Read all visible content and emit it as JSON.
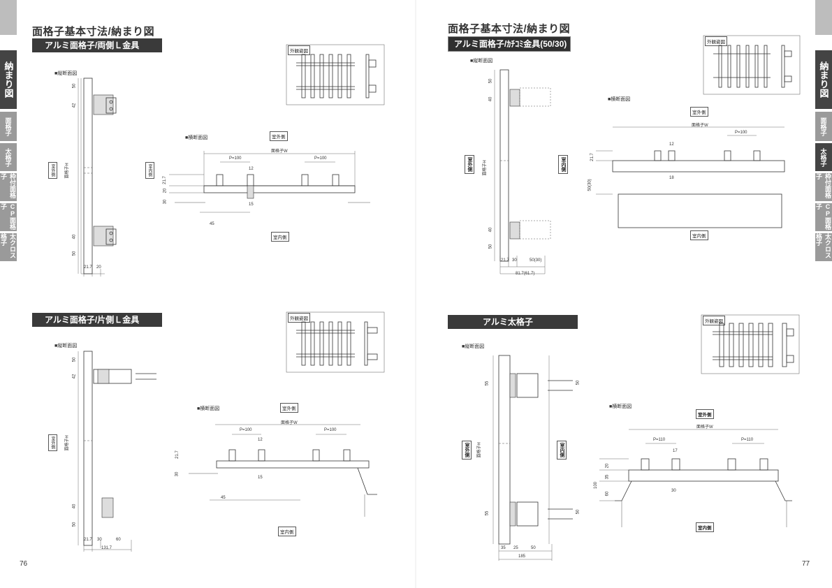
{
  "page_left": {
    "title": "面格子基本寸法/納まり図",
    "page_number": "76"
  },
  "page_right": {
    "title": "面格子基本寸法/納まり図",
    "page_number": "77"
  },
  "side_tabs_left": [
    {
      "label": "納まり図"
    },
    {
      "label": "面格子"
    },
    {
      "label": "太格子"
    },
    {
      "label": "枠付面格子"
    },
    {
      "label": "CP面格子"
    },
    {
      "label": "太クロス格子"
    }
  ],
  "side_tabs_right": [
    {
      "label": "納まり図"
    },
    {
      "label": "面格子"
    },
    {
      "label": "太格子"
    },
    {
      "label": "枠付面格子"
    },
    {
      "label": "CP面格子"
    },
    {
      "label": "太クロス格子"
    }
  ],
  "sections": {
    "a": {
      "title": "アルミ面格子/両側Ｌ金具",
      "vertical_label": "■縦断面図",
      "horizontal_label": "■横断面図",
      "exterior_view": "外観姿図",
      "outdoor": "室外側",
      "indoor": "室内側",
      "dims": {
        "d50": "50",
        "d42": "42",
        "d40": "40",
        "d50b": "50",
        "d217": "21.7",
        "d20": "20",
        "d30": "30",
        "p100a": "P=100",
        "p100b": "P=100",
        "d12": "12",
        "d15": "15",
        "d45": "45",
        "width": "面格子W",
        "height": "面格子H"
      }
    },
    "b": {
      "title": "アルミ面格子/ｶﾁｺﾐ金具(50/30)",
      "vertical_label": "■縦断面図",
      "horizontal_label": "■横断面図",
      "exterior_view": "外観姿図",
      "outdoor": "室外側",
      "indoor": "室内側",
      "dims": {
        "d50": "50",
        "d40": "40",
        "d217": "21.7",
        "d30": "30",
        "d50_30": "50(30)",
        "total": "81.7(61.7)",
        "p100": "P=100",
        "d12": "12",
        "d18": "18",
        "width": "面格子W",
        "height": "面格子H"
      }
    },
    "c": {
      "title": "アルミ面格子/片側Ｌ金具",
      "vertical_label": "■縦断面図",
      "horizontal_label": "■横断面図",
      "exterior_view": "外観姿図",
      "outdoor": "室外側",
      "indoor": "室内側",
      "dims": {
        "d50": "50",
        "d42": "42",
        "d40": "40",
        "d50b": "50",
        "d217": "21.7",
        "d30": "30",
        "d60": "60",
        "total": "131.7",
        "p100a": "P=100",
        "p100b": "P=100",
        "d12": "12",
        "d15": "15",
        "d45": "45",
        "width": "面格子W",
        "height": "面格子H"
      }
    },
    "d": {
      "title": "アルミ太格子",
      "vertical_label": "■縦断面図",
      "horizontal_label": "■横断面図",
      "exterior_view": "外観姿図",
      "outdoor": "室外側",
      "indoor": "室内側",
      "dims": {
        "d55": "55",
        "d50": "50",
        "d35": "35",
        "d25": "25",
        "d20": "20",
        "d60": "60",
        "d100": "100",
        "total": "185",
        "p110a": "P=110",
        "p110b": "P=110",
        "d17": "17",
        "d30": "30",
        "width": "面格子W",
        "height": "面格子H"
      }
    }
  }
}
